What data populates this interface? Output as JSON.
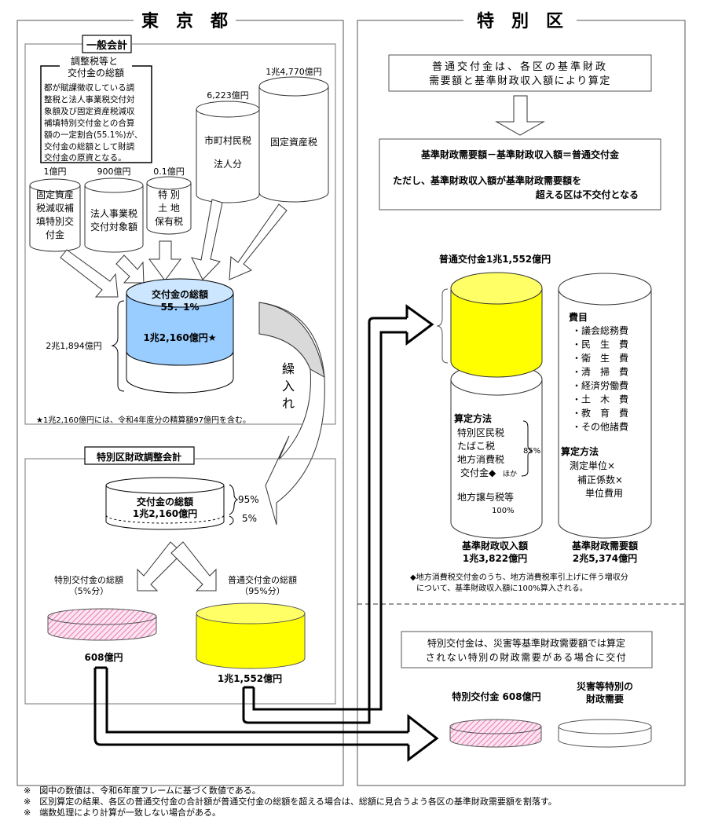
{
  "tokyo": {
    "title": "東　京　都",
    "general_account": {
      "label": "一般会計",
      "explain_box": {
        "title_lines": [
          "調整税等と",
          "交付金の総額"
        ],
        "body_lines": [
          "都が賦課徴収している調",
          "整税と法人事業税交付対",
          "象額及び固定資産税減収",
          "補填特別交付金との合算",
          "額の一定割合(55.1%)が、",
          "交付金の総額として財調",
          "交付金の原資となる。"
        ]
      },
      "sources": [
        {
          "amount": "1億円",
          "lines": [
            "固定資産",
            "税減収補",
            "填特別交",
            "付金"
          ]
        },
        {
          "amount": "900億円",
          "lines": [
            "法人事業税",
            "交付対象額"
          ]
        },
        {
          "amount": "0.1億円",
          "lines": [
            "特 別",
            "土 地",
            "保有税"
          ]
        },
        {
          "amount": "6,223億円",
          "lines": [
            "市町村民税",
            "法人分"
          ]
        },
        {
          "amount": "1兆4,770億円",
          "lines": [
            "固定資産税"
          ]
        }
      ],
      "total_cylinder": {
        "title": "交付金の総額",
        "rate": "55．1%",
        "amount": "1兆2,160億円★",
        "base_total": "2兆1,894億円"
      },
      "star_note": "★1兆2,160億円には、令和4年度分の精算額97億円を含む。"
    },
    "transfer_label": [
      "繰",
      "入",
      "れ"
    ],
    "adjustment_account": {
      "label": "特別区財政調整会計",
      "total": {
        "title": "交付金の総額",
        "amount": "1兆2,160億円",
        "pct_top": "95%",
        "pct_bottom": "5%"
      },
      "special": {
        "title": "特別交付金の総額",
        "share": "（5%分）",
        "amount": "608億円"
      },
      "ordinary": {
        "title": "普通交付金の総額",
        "share": "（95%分）",
        "amount": "1兆1,552億円"
      }
    }
  },
  "wards": {
    "title": "特　別　区",
    "intro_box": [
      "普通交付金は、各区の基準財政",
      "需要額と基準財政収入額により算定"
    ],
    "formula_box": {
      "formula": "基準財政需要額－基準財政収入額＝普通交付金",
      "note_lines": [
        "ただし、基準財政収入額が基準財政需要額を",
        "超える区は不交付となる"
      ]
    },
    "ordinary_grant_label": "普通交付金1兆1,552億円",
    "revenue": {
      "method_title": "算定方法",
      "items": [
        "特別区民税",
        "たばこ税",
        "地方消費税",
        "交付金◆"
      ],
      "hoka": "ほか",
      "pct85": "85%",
      "item100": "地方譲与税等",
      "pct100": "100%",
      "name": "基準財政収入額",
      "amount": "1兆3,822億円"
    },
    "demand": {
      "expense_title": "費目",
      "expenses": [
        "・議会総務費",
        "・民　生　費",
        "・衛　生　費",
        "・清　掃　費",
        "・経済労働費",
        "・土　木　費",
        "・教　育　費",
        "・その他諸費"
      ],
      "method_title": "算定方法",
      "method_lines": [
        "測定単位×",
        "補正係数×",
        "単位費用"
      ],
      "name": "基準財政需要額",
      "amount": "2兆5,374億円"
    },
    "diamond_note": [
      "◆地方消費税交付金のうち、地方消費税率引上げに伴う増収分",
      "について、基準財政収入額に100%算入される。"
    ],
    "special_box": [
      "特別交付金は、災害等基準財政需要額では算定",
      "されない特別の財政需要がある場合に交付"
    ],
    "special_grant_label": "特別交付金 608億円",
    "disaster_label": [
      "災害等特別の",
      "財政需要"
    ]
  },
  "footnotes": [
    "※　図中の数値は、令和6年度フレームに基づく数値である。",
    "※　区別算定の結果、各区の普通交付金の合計額が普通交付金の総額を超える場合は、総額に見合うよう各区の基準財政需要額を割落す。",
    "※　端数処理により計算が一致しない場合がある。"
  ],
  "colors": {
    "blue_fill": "#99ccff",
    "blue_top": "#cce6ff",
    "yellow_fill": "#ffff00",
    "yellow_top": "#ffff66",
    "pink_hatch": "#e87cb4",
    "gray_arrow": "#d9d9d9"
  }
}
